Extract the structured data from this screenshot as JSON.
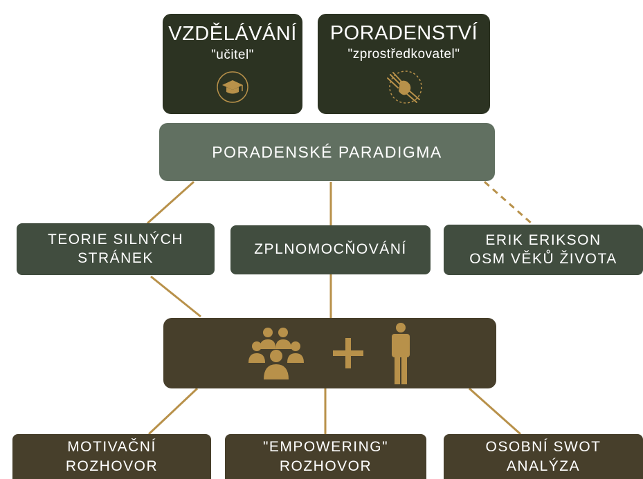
{
  "top": {
    "education": {
      "title": "VZDĚLÁVÁNÍ",
      "subtitle": "\"učitel\"",
      "icon": "graduation-cap-icon"
    },
    "counseling": {
      "title": "PORADENSTVÍ",
      "subtitle": "\"zprostředkovatel\"",
      "icon": "helping-hands-icon"
    }
  },
  "paradigm": {
    "label": "PORADENSKÉ PARADIGMA"
  },
  "middle": {
    "strengths": {
      "line1": "TEORIE SILNÝCH",
      "line2": "STRÁNEK"
    },
    "empowerment": {
      "label": "ZPLNOMOCŇOVÁNÍ"
    },
    "erikson": {
      "line1": "ERIK ERIKSON",
      "line2": "OSM VĚKŮ ŽIVOTA"
    }
  },
  "center": {
    "icons": [
      "group-icon",
      "plus-icon",
      "person-icon"
    ]
  },
  "bottom": {
    "motivational": {
      "line1": "MOTIVAČNÍ",
      "line2": "ROZHOVOR"
    },
    "empowering": {
      "line1": "\"EMPOWERING\"",
      "line2": "ROZHOVOR"
    },
    "swot": {
      "line1": "OSOBNÍ SWOT",
      "line2": "ANALÝZA"
    }
  },
  "colors": {
    "dark_box": "#2c3322",
    "paradigm_box": "#617061",
    "middle_box": "#414d3f",
    "brown_box": "#473f2b",
    "connector": "#b8914a",
    "icon_gold": "#b8914a"
  }
}
